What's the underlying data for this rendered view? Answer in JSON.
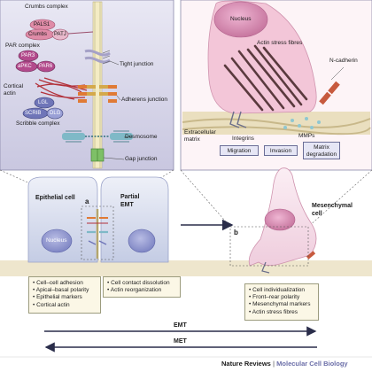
{
  "panel_a": {
    "crumbs_complex": "Crumbs complex",
    "pals1": "PALS1",
    "crumbs": "Crumbs",
    "pati": "PATJ",
    "par_complex": "PAR complex",
    "par3": "PAR3",
    "apkc": "aPKC",
    "par6": "PAR6",
    "cortical_actin": "Cortical actin",
    "lgl": "LGL",
    "scrib": "SCRIB",
    "dlg": "DLG",
    "scribble_complex": "Scribble complex",
    "tight_junction": "Tight junction",
    "adherens_junction": "Adherens junction",
    "desmosome": "Desmosome",
    "gap_junction": "Gap junction"
  },
  "panel_b": {
    "nucleus": "Nucleus",
    "actin_stress_fibres": "Actin stress fibres",
    "n_cadherin": "N-cadherin",
    "extracellular_matrix": "Extracellular matrix",
    "integrins": "Integrins",
    "mmps": "MMPs",
    "migration": "Migration",
    "invasion": "Invasion",
    "matrix_degradation": "Matrix degradation"
  },
  "cells": {
    "epithelial": "Epithelial cell",
    "partial_emt": "Partial EMT",
    "mesenchymal": "Mesenchymal cell",
    "nucleus": "Nucleus",
    "label_a": "a",
    "label_b": "b"
  },
  "lists": {
    "epithelial": [
      "Cell–cell adhesion",
      "Apical–basal polarity",
      "Epithelial markers",
      "Cortical actin"
    ],
    "partial": [
      "Cell contact dissolution",
      "Actin reorganization"
    ],
    "mesenchymal": [
      "Cell individualization",
      "Front–rear polarity",
      "Mesenchymal markers",
      "Actin stress fibres"
    ]
  },
  "arrows": {
    "emt": "EMT",
    "met": "MET"
  },
  "credit": {
    "journal": "Nature Reviews",
    "separator": "|",
    "subject": "Molecular Cell Biology"
  },
  "colors": {
    "panel_a_bg": "#cfcde3",
    "panel_b_bg": "#fbeff3",
    "cell_epithelial": "#c7cfe6",
    "cell_mesenchymal": "#f3d3e1",
    "nucleus_blue": "#7f86c4",
    "nucleus_pink": "#d184b0",
    "accent_red": "#c75a3e",
    "ecm": "#e6dcbd"
  }
}
